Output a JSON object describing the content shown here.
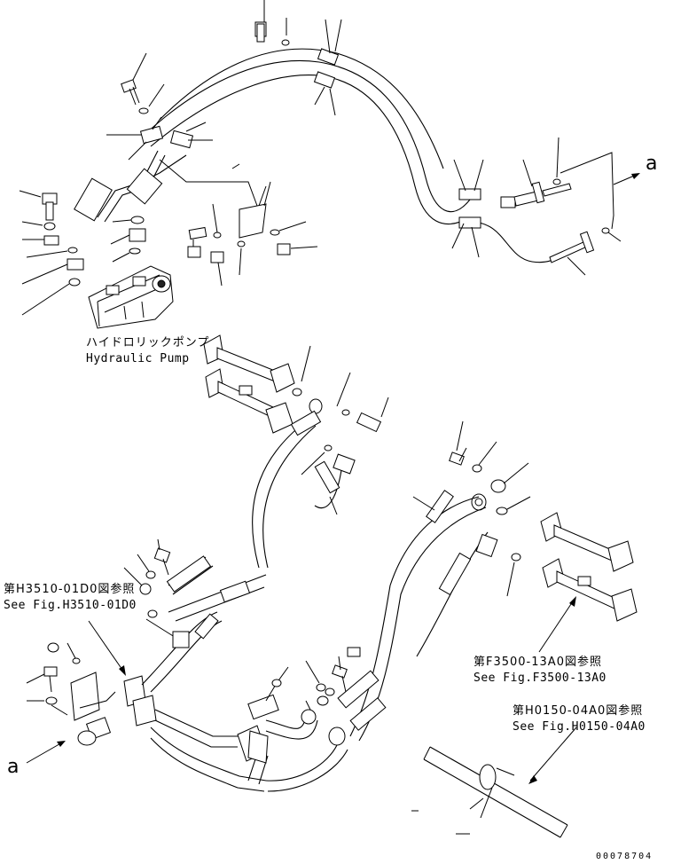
{
  "labels": {
    "pump_jp": "ハイドロリックポンプ",
    "pump_en": "Hydraulic Pump",
    "ref1_jp": "第H3510-01D0図参照",
    "ref1_en": "See Fig.H3510-01D0",
    "ref2_jp": "第F3500-13A0図参照",
    "ref2_en": "See Fig.F3500-13A0",
    "ref3_jp": "第H0150-04A0図参照",
    "ref3_en": "See Fig.H0150-04A0",
    "connector_a_right": "a",
    "connector_a_left": "a",
    "drawing_number": "00078704"
  },
  "colors": {
    "ink": "#000000",
    "paper": "#ffffff"
  }
}
